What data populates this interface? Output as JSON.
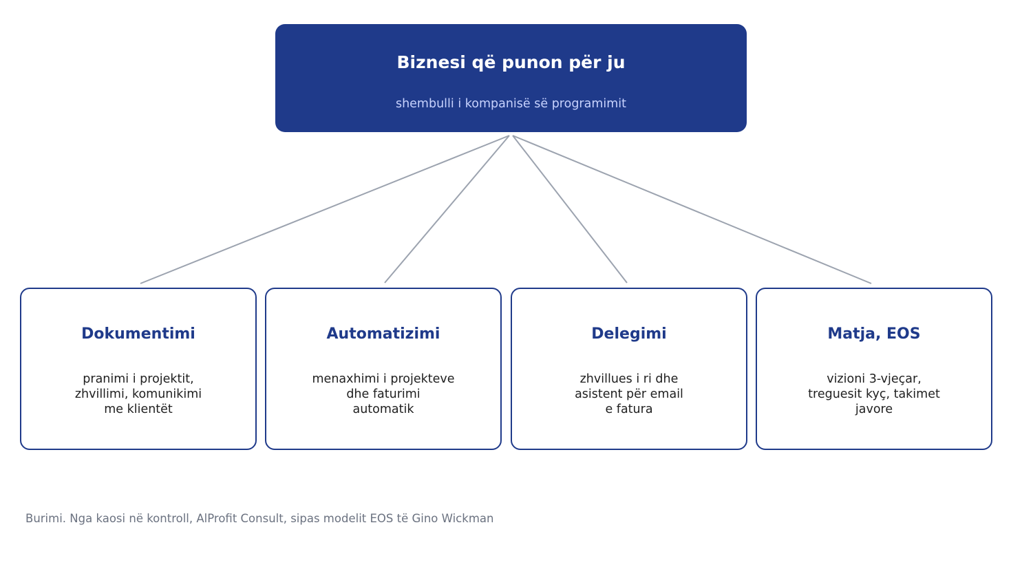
{
  "colors": {
    "primary": "#1f3a8a",
    "subtitle": "#c7d2fe",
    "connector": "#9ca3af",
    "body_text": "#1f1f1f",
    "source_text": "#6b7280"
  },
  "root": {
    "title": "Biznesi që punon për ju",
    "subtitle": "shembulli i kompanisë së programimit"
  },
  "children": [
    {
      "title": "Dokumentimi",
      "description": "pranimi i projektit,\nzhvillimi, komunikimi\nme klientët"
    },
    {
      "title": "Automatizimi",
      "description": "menaxhimi i projekteve\ndhe faturimi\nautomatik"
    },
    {
      "title": "Delegimi",
      "description": "zhvillues i ri dhe\nasistent për email\ne fatura"
    },
    {
      "title": "Matja, EOS",
      "description": "vizioni 3-vjeçar,\ntreguesit kyç, takimet\njavore"
    }
  ],
  "source": "Burimi. Nga kaosi në kontroll, AlProfit Consult, sipas modelit EOS të Gino Wickman"
}
